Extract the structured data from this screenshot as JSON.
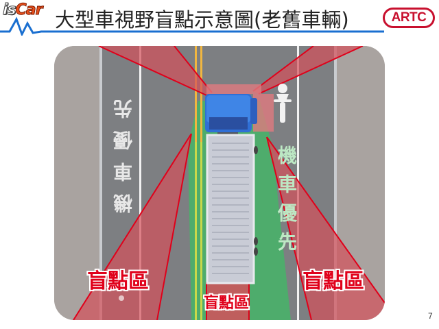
{
  "header": {
    "logo_left": {
      "part1": "is",
      "part2": "Car"
    },
    "title": "大型車視野盲點示意圖(老舊車輛)",
    "logo_right": "ARTC",
    "accent_color": "#1a6fd0"
  },
  "scene": {
    "labels": {
      "left_blind_spot": "盲點區",
      "right_blind_spot": "盲點區",
      "rear_blind_spot": "盲點區"
    },
    "road_text_left": "機車優先",
    "road_text_right": "機車優先",
    "colors": {
      "blind_zone": "#d4505a",
      "visible_zone": "#4caf6a",
      "truck_cab": "#2f6fd6",
      "road": "#7d7f82",
      "sidewalk": "#a9a3a0"
    }
  },
  "footer": {
    "page_number": "7"
  }
}
